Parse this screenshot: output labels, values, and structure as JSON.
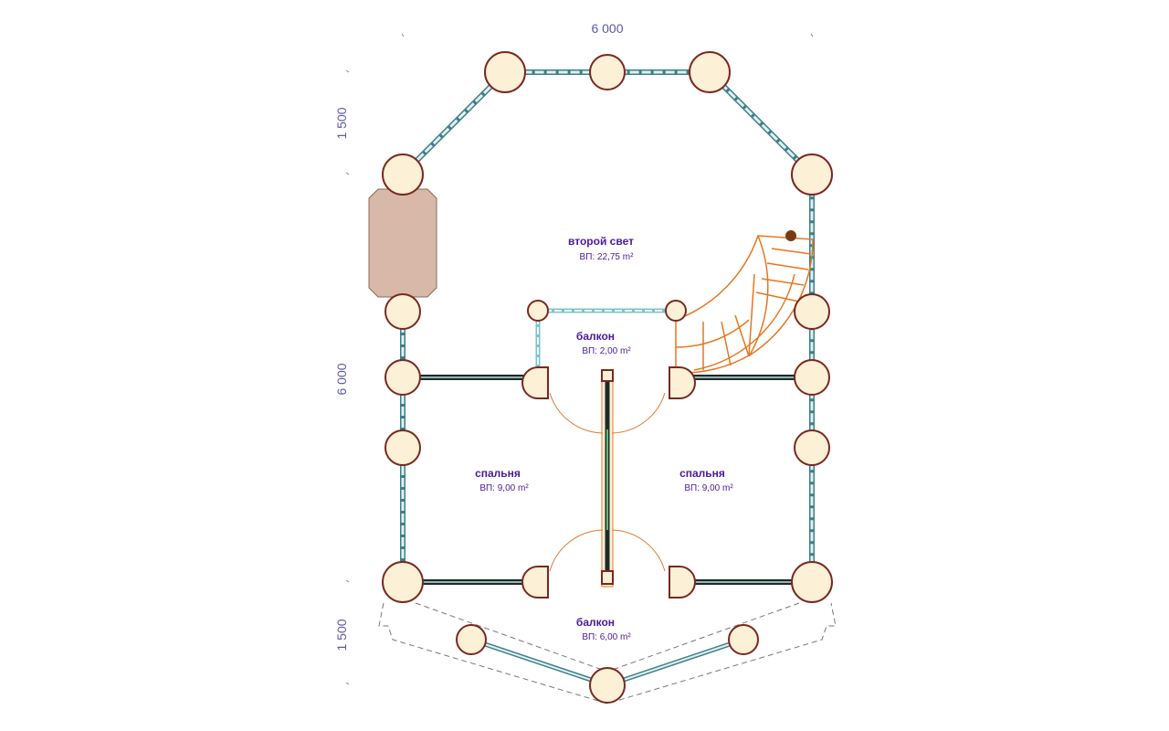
{
  "dimensions": {
    "top": "6 000",
    "left_upper": "1 500",
    "left_middle": "6 000",
    "left_lower": "1 500"
  },
  "rooms": [
    {
      "name": "второй свет",
      "area": "ВП: 22,75 m²"
    },
    {
      "name": "балкон",
      "area": "ВП: 2,00 m²"
    },
    {
      "name": "спальня",
      "area": "ВП: 9,00 m²"
    },
    {
      "name": "спальня",
      "area": "ВП: 9,00 m²"
    },
    {
      "name": "балкон",
      "area": "ВП: 6,00 m²"
    }
  ],
  "colors": {
    "log_fill": "#fcf0d6",
    "log_stroke": "#7a2820",
    "outer_wall": "#3f7f86",
    "stair": "#e8761e",
    "label": "#4a1a9a"
  }
}
